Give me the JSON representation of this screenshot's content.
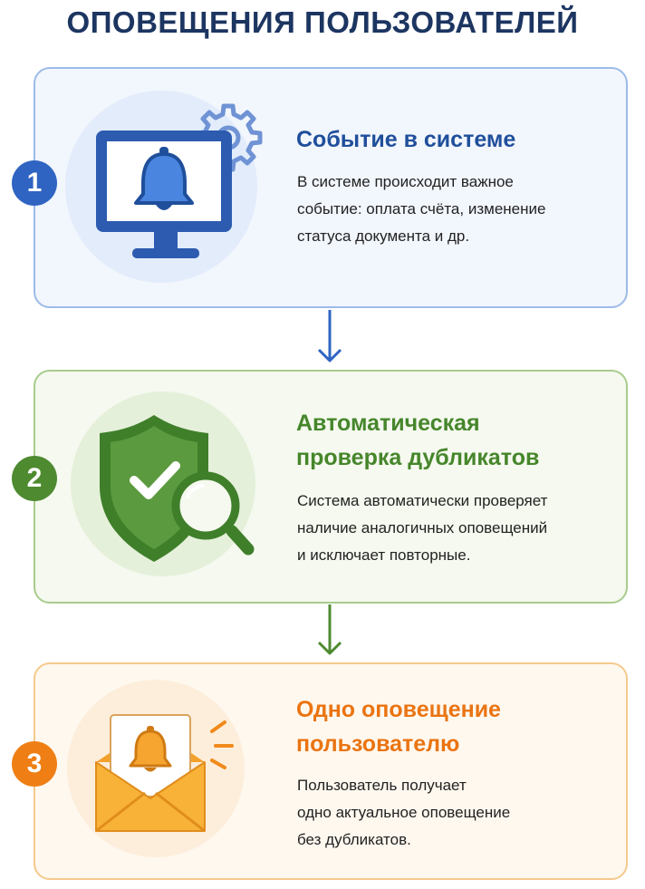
{
  "title": "ОПОВЕЩЕНИЯ ПОЛЬЗОВАТЕЛЕЙ",
  "steps": [
    {
      "number": "1",
      "heading": "Событие в системе",
      "lines": [
        "В системе происходит важное",
        "событие: оплата счёта, изменение",
        "статуса документа и др."
      ],
      "icon": "monitor-bell-gear-icon",
      "accent": "#2f64c2"
    },
    {
      "number": "2",
      "heading_lines": [
        "Автоматическая",
        "проверка дубликатов"
      ],
      "lines": [
        "Система автоматически проверяет",
        "наличие аналогичных оповещений",
        "и исключает повторные."
      ],
      "icon": "shield-check-magnifier-icon",
      "accent": "#4e8a30"
    },
    {
      "number": "3",
      "heading_lines": [
        "Одно оповещение",
        "пользователю"
      ],
      "lines": [
        "Пользователь получает",
        "одно актуальное оповещение",
        "без дубликатов."
      ],
      "icon": "envelope-bell-icon",
      "accent": "#ef7f15"
    }
  ],
  "arrows": [
    {
      "icon": "arrow-down-icon",
      "color": "#2f64c2"
    },
    {
      "icon": "arrow-down-icon",
      "color": "#4e8a30"
    }
  ]
}
